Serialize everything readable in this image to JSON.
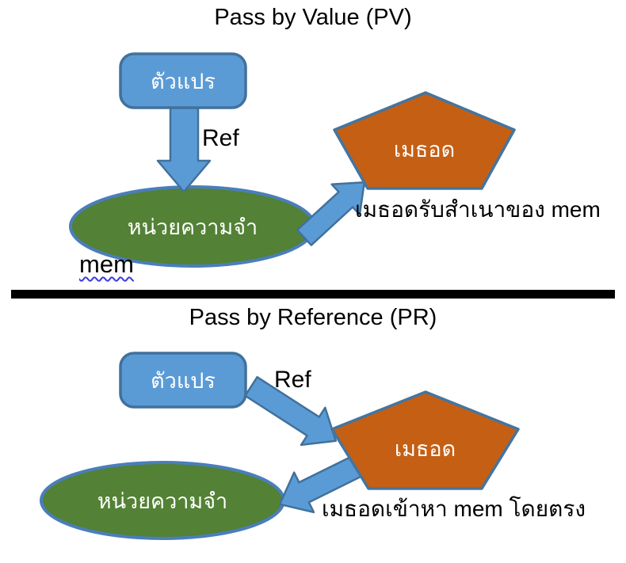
{
  "colors": {
    "blue_fill": "#5B9BD5",
    "blue_border": "#41719C",
    "green_fill": "#538135",
    "green_border": "#4A7EBB",
    "orange_fill": "#C55F14",
    "orange_border": "#44759F",
    "divider": "#000000",
    "text": "#000000",
    "shape_text": "#FFFFFF",
    "squiggle": "#3B3BE0"
  },
  "pv": {
    "title": "Pass by Value (PV)",
    "variable": "ตัวแปร",
    "ref": "Ref",
    "memory": "หน่วยความจำ",
    "mem_note": "mem",
    "method": "เมธอด",
    "caption": "เมธอดรับสำเนาของ mem"
  },
  "pr": {
    "title": "Pass by Reference (PR)",
    "variable": "ตัวแปร",
    "ref": "Ref",
    "memory": "หน่วยความจำ",
    "method": "เมธอด",
    "caption": "เมธอดเข้าหา mem โดยตรง"
  }
}
